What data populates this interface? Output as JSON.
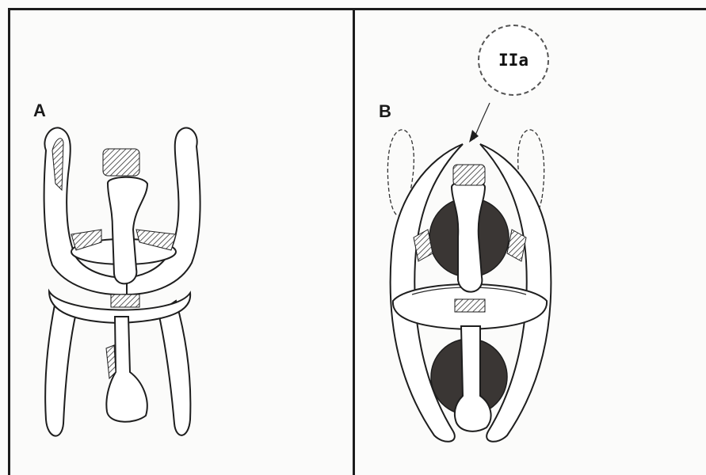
{
  "panels": {
    "a": {
      "label": "A"
    },
    "b": {
      "label": "B"
    }
  },
  "callout": {
    "text": "IIa"
  },
  "colors": {
    "ink": "#1e1e1e",
    "dark_fill": "#3a3634",
    "paper": "#fbfbfa"
  }
}
